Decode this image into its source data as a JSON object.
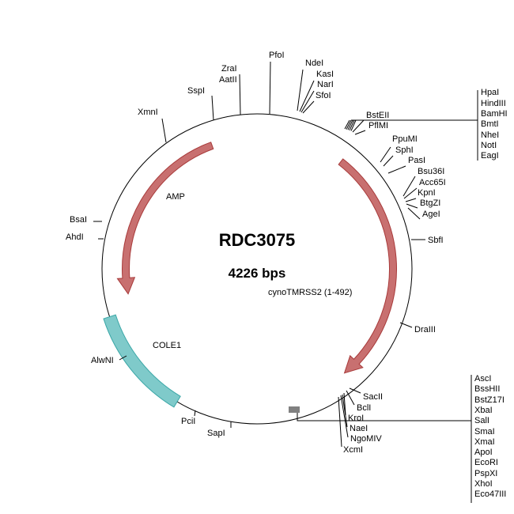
{
  "plasmid": {
    "name": "RDC3075",
    "size": "4226 bps"
  },
  "colors": {
    "backbone": "#000000",
    "arrow_fill": "#c87070",
    "arrow_stroke": "#a83a3a",
    "cole1_fill": "#7fcaca",
    "cole1_stroke": "#3aa7a7"
  },
  "features": [
    {
      "name": "AMP"
    },
    {
      "name": "cynoTMRSS2 (1-492)"
    },
    {
      "name": "COLE1"
    }
  ],
  "single_sites": [
    {
      "name": "PfoI"
    },
    {
      "name": "ZraI"
    },
    {
      "name": "AatII"
    },
    {
      "name": "SspI"
    },
    {
      "name": "XmnI"
    },
    {
      "name": "BsaI"
    },
    {
      "name": "AhdI"
    },
    {
      "name": "AlwNI"
    },
    {
      "name": "PciI"
    },
    {
      "name": "SapI"
    },
    {
      "name": "NdeI"
    },
    {
      "name": "KasI"
    },
    {
      "name": "NarI"
    },
    {
      "name": "SfoI"
    },
    {
      "name": "BstEII"
    },
    {
      "name": "PflMI"
    },
    {
      "name": "PpuMI"
    },
    {
      "name": "SphI"
    },
    {
      "name": "PasI"
    },
    {
      "name": "Bsu36I"
    },
    {
      "name": "Acc65I"
    },
    {
      "name": "KpnI"
    },
    {
      "name": "BtgZI"
    },
    {
      "name": "AgeI"
    },
    {
      "name": "SbfI"
    },
    {
      "name": "DraIII"
    },
    {
      "name": "SacII"
    },
    {
      "name": "BclI"
    },
    {
      "name": "KroI"
    },
    {
      "name": "NaeI"
    },
    {
      "name": "NgoMIV"
    },
    {
      "name": "XcmI"
    }
  ],
  "top_cluster": [
    "HpaI",
    "HindIII",
    "BamHI",
    "BmtI",
    "NheI",
    "NotI",
    "EagI"
  ],
  "bottom_cluster": [
    "AscI",
    "BssHII",
    "BstZ17I",
    "XbaI",
    "SalI",
    "SmaI",
    "XmaI",
    "ApoI",
    "EcoRI",
    "PspXI",
    "XhoI",
    "Eco47III"
  ]
}
